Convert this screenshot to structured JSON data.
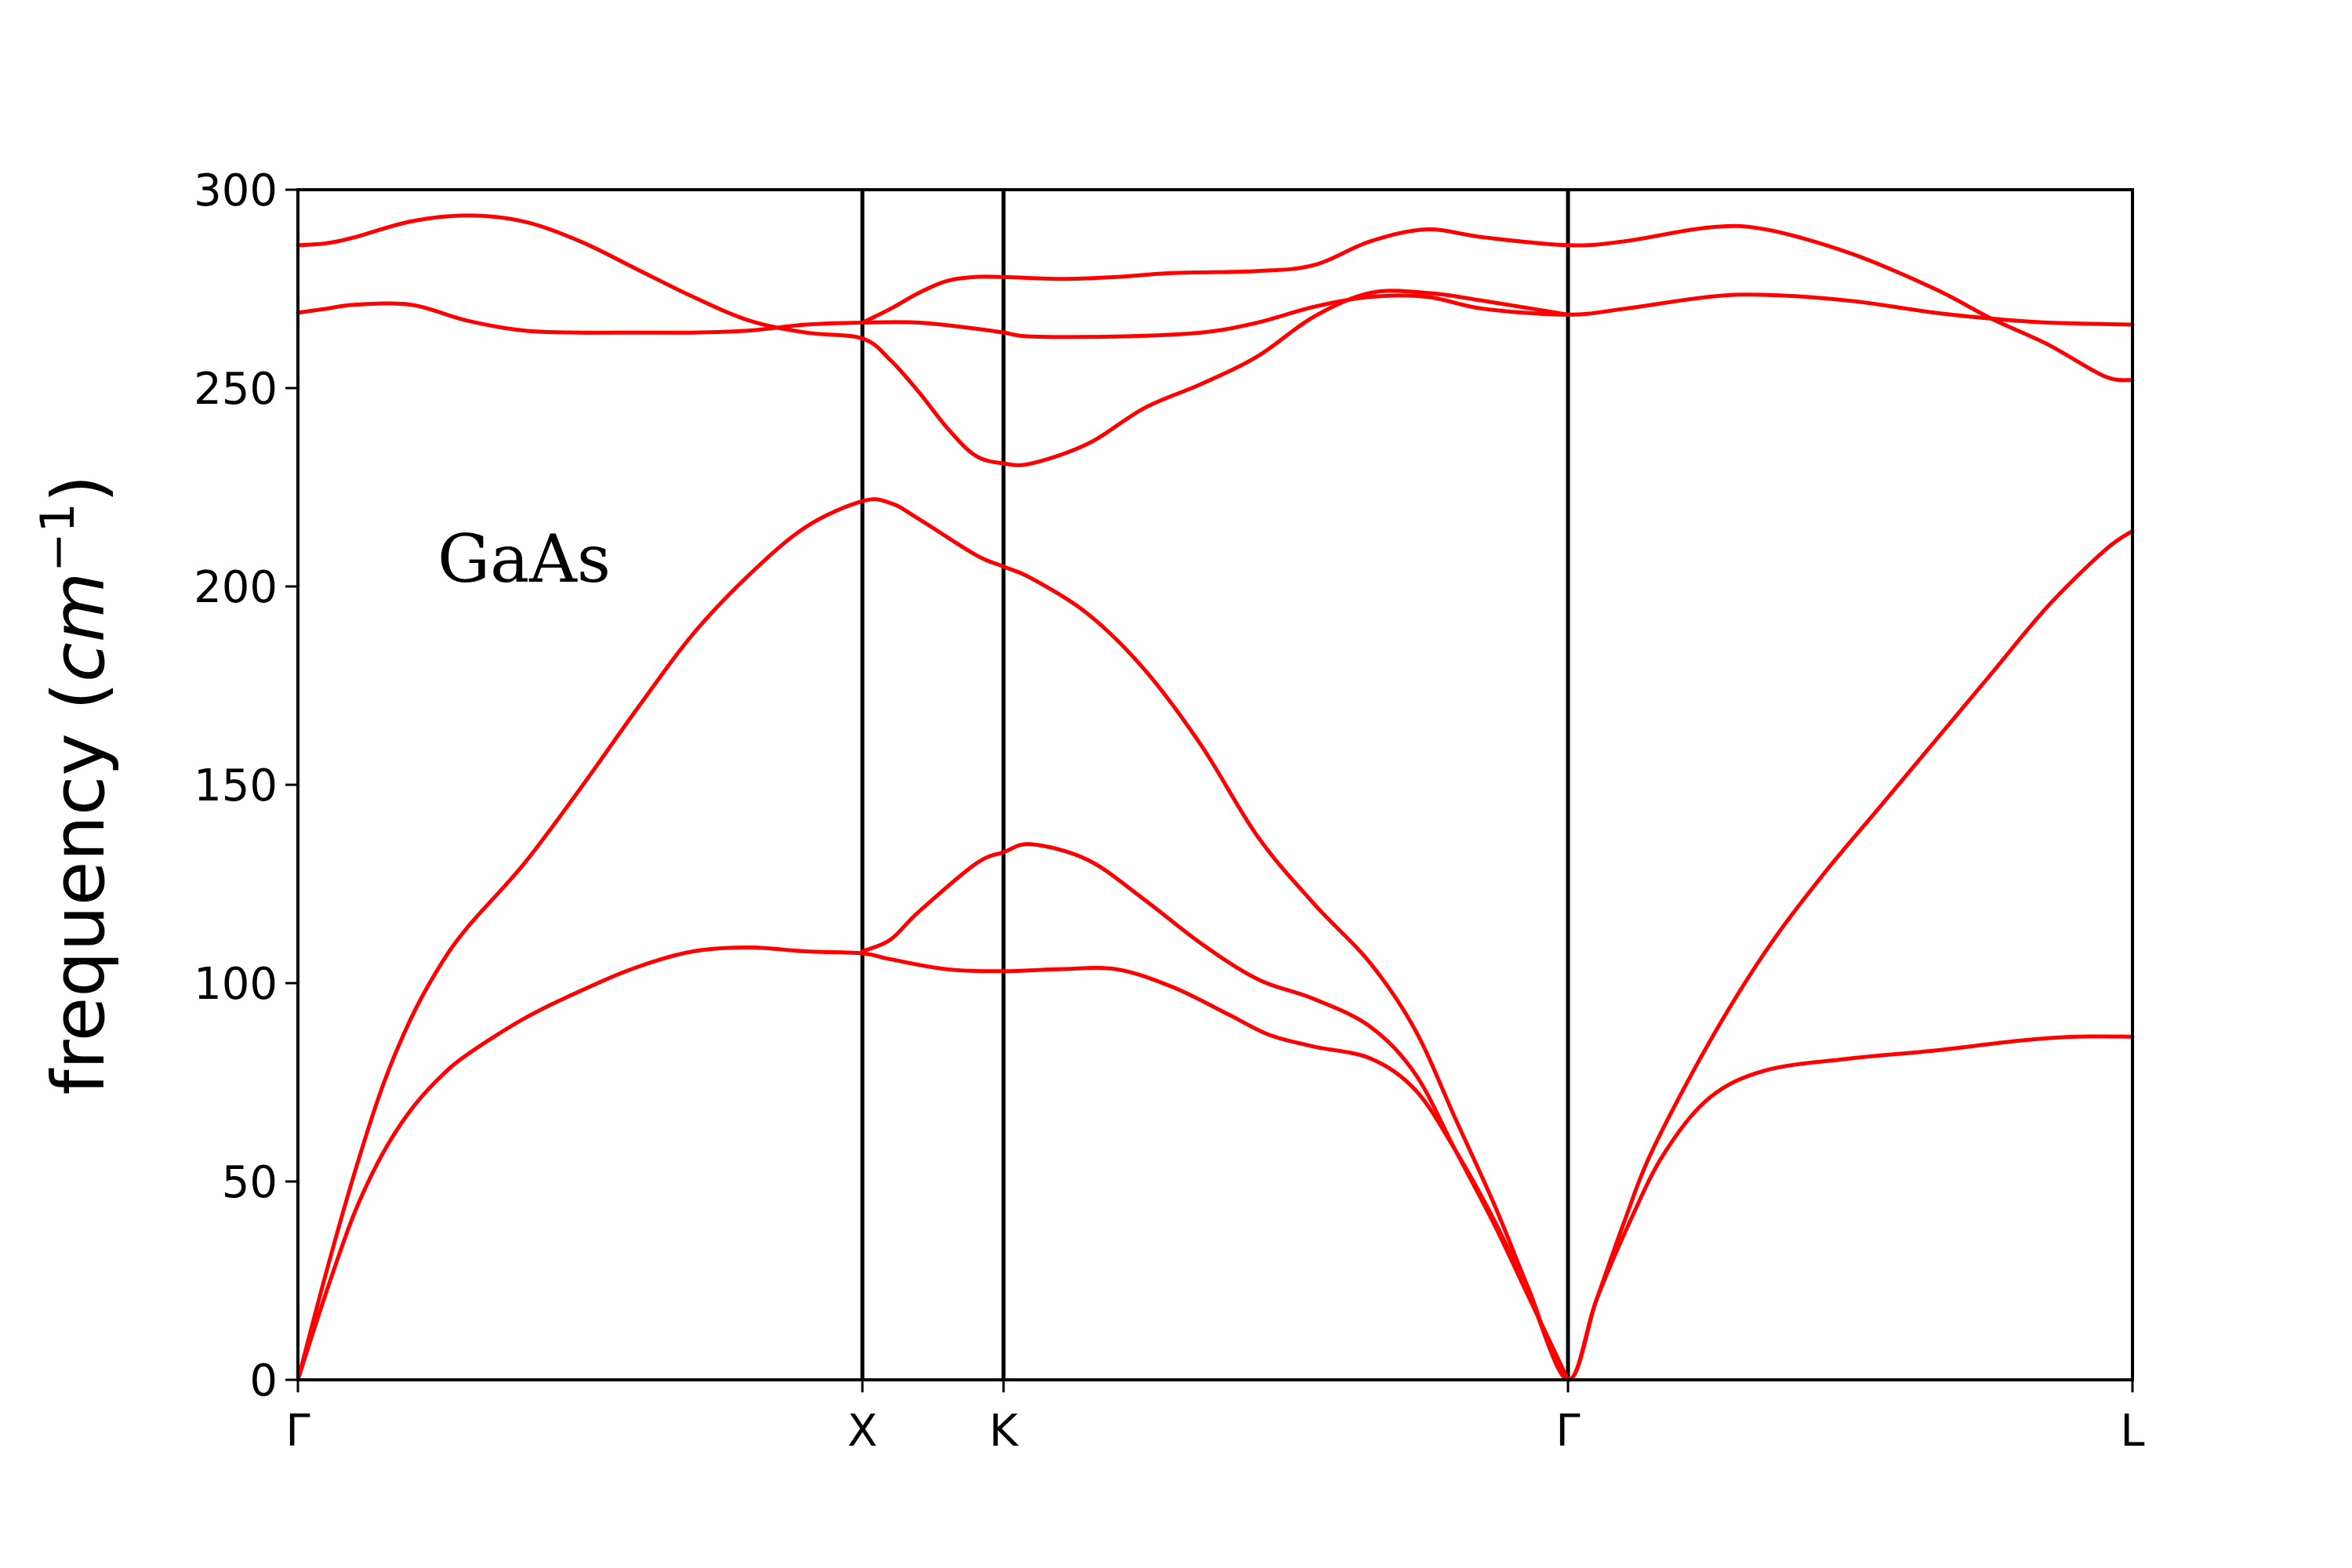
{
  "chart_data": {
    "type": "line",
    "ylabel": "frequency (cm⁻¹)",
    "ylabel_main": "frequency (",
    "ylabel_var": "cm",
    "ylabel_sup": "−1",
    "ylabel_close": ")",
    "annotation": "GaAs",
    "ylim": [
      0,
      300
    ],
    "yticks": [
      0,
      50,
      100,
      150,
      200,
      250,
      300
    ],
    "xlim": [
      0,
      3.25
    ],
    "xticks": [
      {
        "label": "Γ",
        "x": 0
      },
      {
        "label": "X",
        "x": 1
      },
      {
        "label": "K",
        "x": 1.25
      },
      {
        "label": "Γ",
        "x": 2.25
      },
      {
        "label": "L",
        "x": 3.25
      }
    ],
    "vertical_lines": [
      1,
      1.25,
      2.25
    ],
    "grid": false,
    "line_color": "#ff0000",
    "series": [
      {
        "points": [
          [
            0,
            0
          ],
          [
            0.05,
            22
          ],
          [
            0.1,
            42
          ],
          [
            0.15,
            57
          ],
          [
            0.2,
            68
          ],
          [
            0.25,
            76
          ],
          [
            0.3,
            82
          ],
          [
            0.4,
            91
          ],
          [
            0.5,
            98
          ],
          [
            0.6,
            104
          ],
          [
            0.7,
            108
          ],
          [
            0.8,
            109
          ],
          [
            0.9,
            108
          ],
          [
            1,
            107.5
          ],
          [
            1.05,
            106
          ],
          [
            1.15,
            103.5
          ],
          [
            1.25,
            103
          ],
          [
            1.35,
            103.5
          ],
          [
            1.45,
            103.5
          ],
          [
            1.55,
            99
          ],
          [
            1.65,
            92
          ],
          [
            1.72,
            87
          ],
          [
            1.8,
            84
          ],
          [
            1.9,
            81
          ],
          [
            1.98,
            73
          ],
          [
            2.05,
            58
          ],
          [
            2.12,
            40
          ],
          [
            2.18,
            22
          ],
          [
            2.25,
            0
          ],
          [
            2.3,
            20
          ],
          [
            2.36,
            40
          ],
          [
            2.42,
            57
          ],
          [
            2.5,
            71
          ],
          [
            2.6,
            78
          ],
          [
            2.75,
            81
          ],
          [
            2.9,
            83
          ],
          [
            3.05,
            85.5
          ],
          [
            3.15,
            86.5
          ],
          [
            3.25,
            86.5
          ]
        ]
      },
      {
        "points": [
          [
            0,
            0
          ],
          [
            0.05,
            27
          ],
          [
            0.1,
            52
          ],
          [
            0.15,
            74
          ],
          [
            0.2,
            91
          ],
          [
            0.25,
            104
          ],
          [
            0.3,
            114
          ],
          [
            0.4,
            130
          ],
          [
            0.5,
            149
          ],
          [
            0.6,
            169
          ],
          [
            0.7,
            188
          ],
          [
            0.8,
            203
          ],
          [
            0.9,
            215
          ],
          [
            1,
            221.5
          ],
          [
            1.05,
            221
          ],
          [
            1.1,
            217
          ],
          [
            1.2,
            208
          ],
          [
            1.25,
            205
          ],
          [
            1.3,
            202
          ],
          [
            1.4,
            193
          ],
          [
            1.5,
            179
          ],
          [
            1.6,
            160
          ],
          [
            1.7,
            137
          ],
          [
            1.8,
            120
          ],
          [
            1.9,
            105
          ],
          [
            1.98,
            88
          ],
          [
            2.05,
            66
          ],
          [
            2.12,
            44
          ],
          [
            2.18,
            23
          ],
          [
            2.25,
            0
          ],
          [
            2.3,
            20
          ],
          [
            2.35,
            40
          ],
          [
            2.4,
            58
          ],
          [
            2.5,
            85
          ],
          [
            2.6,
            108
          ],
          [
            2.7,
            127
          ],
          [
            2.8,
            144
          ],
          [
            2.9,
            161
          ],
          [
            3.0,
            178
          ],
          [
            3.1,
            195
          ],
          [
            3.2,
            209
          ],
          [
            3.25,
            214
          ]
        ]
      },
      {
        "points": [
          [
            1,
            108
          ],
          [
            1.05,
            111
          ],
          [
            1.1,
            118
          ],
          [
            1.2,
            130
          ],
          [
            1.25,
            133
          ],
          [
            1.3,
            135
          ],
          [
            1.4,
            131
          ],
          [
            1.5,
            121
          ],
          [
            1.6,
            110
          ],
          [
            1.7,
            101
          ],
          [
            1.8,
            96
          ],
          [
            1.9,
            89
          ],
          [
            1.98,
            77
          ],
          [
            2.05,
            58
          ],
          [
            2.12,
            39
          ],
          [
            2.18,
            21
          ],
          [
            2.25,
            0
          ]
        ]
      },
      {
        "points": [
          [
            0,
            269
          ],
          [
            0.05,
            270
          ],
          [
            0.1,
            271
          ],
          [
            0.2,
            271
          ],
          [
            0.3,
            267
          ],
          [
            0.4,
            264.5
          ],
          [
            0.5,
            264
          ],
          [
            0.6,
            264
          ],
          [
            0.7,
            264
          ],
          [
            0.8,
            264.5
          ],
          [
            0.9,
            266
          ],
          [
            1,
            266.5
          ],
          [
            1.1,
            266.5
          ],
          [
            1.2,
            265
          ],
          [
            1.25,
            264
          ],
          [
            1.3,
            263
          ],
          [
            1.45,
            263
          ],
          [
            1.6,
            264
          ],
          [
            1.7,
            266.5
          ],
          [
            1.8,
            270.5
          ],
          [
            1.9,
            273
          ],
          [
            2.0,
            273
          ],
          [
            2.1,
            270
          ],
          [
            2.25,
            268.5
          ],
          [
            2.35,
            270
          ],
          [
            2.5,
            273
          ],
          [
            2.6,
            273.5
          ],
          [
            2.75,
            272
          ],
          [
            2.9,
            269
          ],
          [
            3.0,
            267.5
          ],
          [
            3.1,
            266.5
          ],
          [
            3.25,
            266
          ]
        ]
      },
      {
        "points": [
          [
            0,
            286
          ],
          [
            0.05,
            286.5
          ],
          [
            0.1,
            288
          ],
          [
            0.2,
            292
          ],
          [
            0.3,
            293.5
          ],
          [
            0.4,
            292
          ],
          [
            0.5,
            287
          ],
          [
            0.6,
            280
          ],
          [
            0.7,
            273
          ],
          [
            0.8,
            267
          ],
          [
            0.9,
            264
          ],
          [
            1,
            262.5
          ],
          [
            1.05,
            257
          ],
          [
            1.1,
            249
          ],
          [
            1.15,
            240
          ],
          [
            1.2,
            233
          ],
          [
            1.25,
            231
          ],
          [
            1.3,
            231
          ],
          [
            1.4,
            236
          ],
          [
            1.5,
            245
          ],
          [
            1.6,
            251
          ],
          [
            1.7,
            258
          ],
          [
            1.8,
            268
          ],
          [
            1.9,
            274
          ],
          [
            2.0,
            274
          ],
          [
            2.1,
            272
          ],
          [
            2.25,
            268.5
          ]
        ]
      },
      {
        "points": [
          [
            1,
            266.5
          ],
          [
            1.05,
            270
          ],
          [
            1.1,
            274
          ],
          [
            1.15,
            277
          ],
          [
            1.2,
            278
          ],
          [
            1.25,
            278
          ],
          [
            1.35,
            277.5
          ],
          [
            1.45,
            278
          ],
          [
            1.55,
            279
          ],
          [
            1.7,
            279.5
          ],
          [
            1.8,
            281
          ],
          [
            1.9,
            287
          ],
          [
            2.0,
            290
          ],
          [
            2.1,
            288
          ],
          [
            2.25,
            286
          ],
          [
            2.35,
            287
          ],
          [
            2.5,
            290.5
          ],
          [
            2.6,
            290
          ],
          [
            2.75,
            284
          ],
          [
            2.9,
            275
          ],
          [
            3.0,
            267.5
          ],
          [
            3.1,
            261
          ],
          [
            3.2,
            253
          ],
          [
            3.25,
            252
          ]
        ]
      }
    ]
  }
}
